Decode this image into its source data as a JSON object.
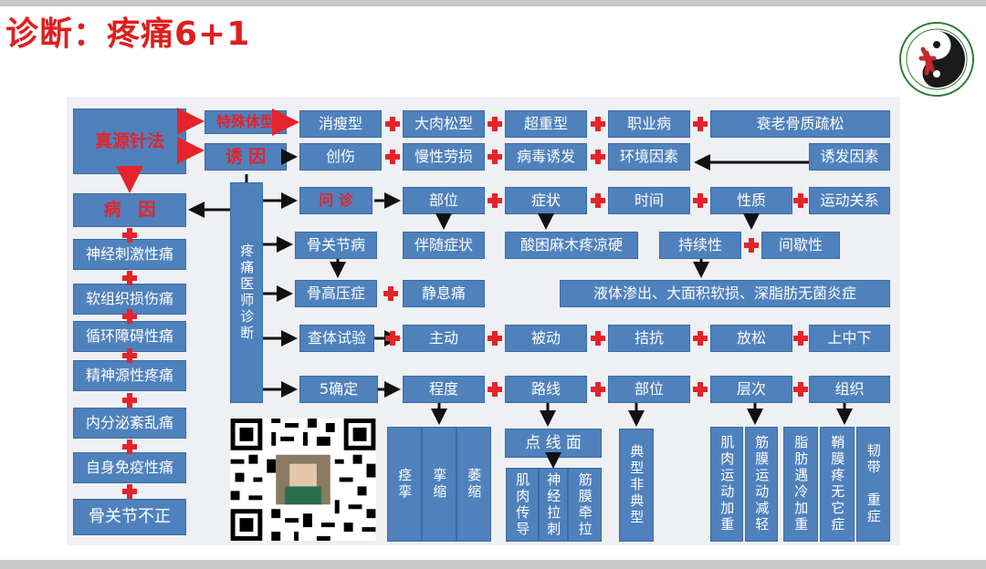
{
  "title": "诊断：疼痛6+1",
  "colors": {
    "box": "#4f81bd",
    "red": "#e4232a",
    "title": "#e01e1e"
  },
  "logo": {
    "icon": "seal-logo-icon"
  },
  "qr": {
    "icon": "qr-code-icon"
  },
  "main_method": "真源针法",
  "special_body": "特殊体型",
  "inducement": "诱 因",
  "body_types": [
    "消瘦型",
    "大肉松型",
    "超重型",
    "职业病",
    "衰老骨质疏松"
  ],
  "causes_row": [
    "创伤",
    "慢性劳损",
    "病毒诱发",
    "环境因素"
  ],
  "trigger_factors": "诱发因素",
  "etiology": "病　因",
  "etiology_list": [
    "神经刺激性痛",
    "软组织损伤痛",
    "循环障碍性痛",
    "精神源性疼痛",
    "内分泌紊乱痛",
    "自身免疫性痛",
    "骨关节不正"
  ],
  "doctor": "疼痛医师诊断",
  "inquiry": "问 诊",
  "inquiry_row": [
    "部位",
    "症状",
    "时间",
    "性质",
    "运动关系"
  ],
  "accompany": "伴随症状",
  "symptoms_detail": "酸困麻木疼凉硬",
  "persistent": "持续性",
  "intermittent": "间歇性",
  "bone_joint": "骨关节病",
  "bone_pressure": "骨高压症",
  "rest_pain": "静息痛",
  "fluid": "液体渗出、大面积软损、深脂肪无菌炎症",
  "exam": "查体试验",
  "exam_row": [
    "主动",
    "被动",
    "拮抗",
    "放松",
    "上中下"
  ],
  "five_confirm": "5确定",
  "five_row": [
    "程度",
    "路线",
    "部位",
    "层次",
    "组织"
  ],
  "degree_list": [
    "痉挛",
    "挛缩",
    "萎缩"
  ],
  "point_line_face": "点 线 面",
  "route_list": [
    "肌肉传导",
    "神经拉刺",
    "筋膜牵拉"
  ],
  "typical": "典型非典型",
  "layer_list": [
    "肌肉运动加重",
    "筋膜运动减轻",
    "脂肪遇冷加重",
    "鞘膜疼无它症",
    "韧带　重症"
  ]
}
